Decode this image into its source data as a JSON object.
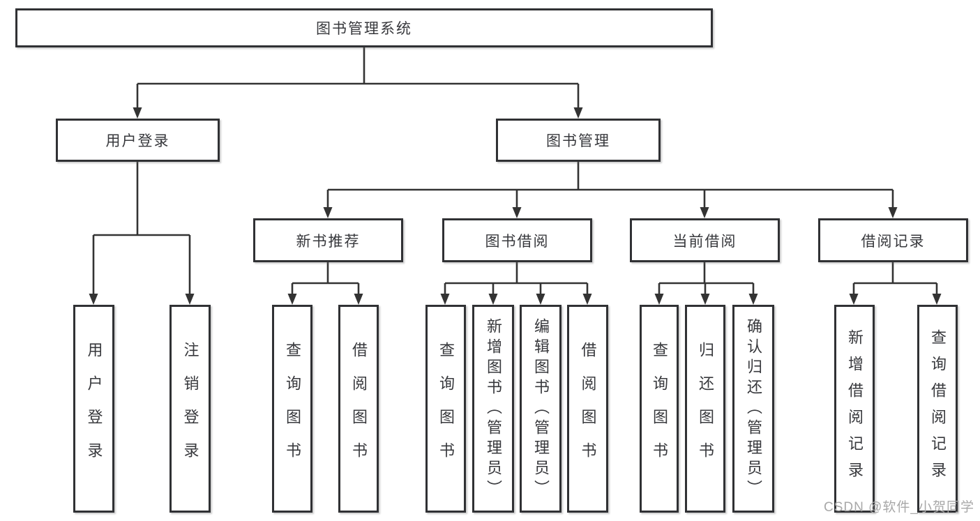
{
  "diagram": {
    "watermark": "CSDN @软件_小贺同学",
    "colors": {
      "line": "#333333",
      "box_border": "#303134",
      "box_fill": "#ffffff",
      "text": "#37383c",
      "watermark": "#a8a8a8"
    },
    "tree": {
      "label": "图书管理系统",
      "children": [
        {
          "label": "用户登录",
          "children": [
            {
              "label": "用户登录"
            },
            {
              "label": "注销登录"
            }
          ]
        },
        {
          "label": "图书管理",
          "children": [
            {
              "label": "新书推荐",
              "children": [
                {
                  "label": "查询图书"
                },
                {
                  "label": "借阅图书"
                }
              ]
            },
            {
              "label": "图书借阅",
              "children": [
                {
                  "label": "查询图书"
                },
                {
                  "label": "新增图书（管理员）"
                },
                {
                  "label": "编辑图书（管理员）"
                },
                {
                  "label": "借阅图书"
                }
              ]
            },
            {
              "label": "当前借阅",
              "children": [
                {
                  "label": "查询图书"
                },
                {
                  "label": "归还图书"
                },
                {
                  "label": "确认归还（管理员）"
                }
              ]
            },
            {
              "label": "借阅记录",
              "children": [
                {
                  "label": "新增借阅记录"
                },
                {
                  "label": "查询借阅记录"
                }
              ]
            }
          ]
        }
      ]
    }
  }
}
